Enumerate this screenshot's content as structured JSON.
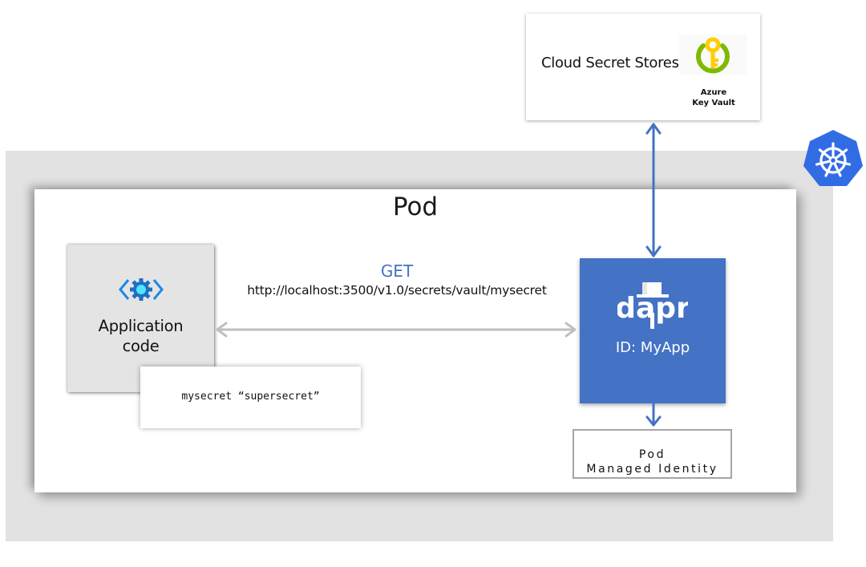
{
  "diagram": {
    "cluster": {
      "icon": "kubernetes-icon",
      "color": "#326ce5"
    },
    "pod": {
      "title": "Pod"
    },
    "cloud_secret_stores": {
      "label": "Cloud Secret Stores",
      "provider": {
        "icon": "azure-key-vault-icon",
        "label_line1": "Azure",
        "label_line2": "Key Vault"
      }
    },
    "application": {
      "icon": "app-code-gear-icon",
      "label_line1": "Application",
      "label_line2": "code",
      "secret_value": "mysecret “supersecret”"
    },
    "request": {
      "method": "GET",
      "url": "http://localhost:3500/v1.0/secrets/vault/mysecret"
    },
    "dapr": {
      "logo_text": "dapr",
      "id_label": "ID: MyApp",
      "color": "#4472c4"
    },
    "managed_identity": {
      "label_line1": "Pod",
      "label_line2": "Managed Identity"
    },
    "colors": {
      "arrow_blue": "#4472c4",
      "arrow_gray": "#bfbfbf",
      "cluster_bg": "#e2e2e2",
      "keyvault_green": "#7fba00",
      "keyvault_key": "#ffcd00"
    }
  }
}
